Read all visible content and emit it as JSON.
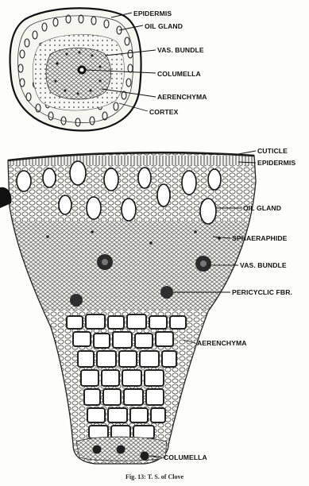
{
  "inset": {
    "labels": {
      "epidermis": "EPIDERMIS",
      "oil_gland": "OIL GLAND",
      "vas_bundle": "VAS. BUNDLE",
      "columella": "COLUMELLA",
      "aerenchyma": "AERENCHYMA",
      "cortex": "CORTEX"
    }
  },
  "detail": {
    "labels": {
      "cuticle": "CUTICLE",
      "epidermis": "EPIDERMIS",
      "oil_gland": "OIL GLAND",
      "sphaeraphide": "SPHAERAPHIDE",
      "vas_bundle": "VAS. BUNDLE",
      "pericyclic_fibre": "PERICYCLIC FBR.",
      "aerenchyma": "AERENCHYMA",
      "columella": "COLUMELLA"
    }
  },
  "caption": "Fig. 13: T. S. of Clove"
}
